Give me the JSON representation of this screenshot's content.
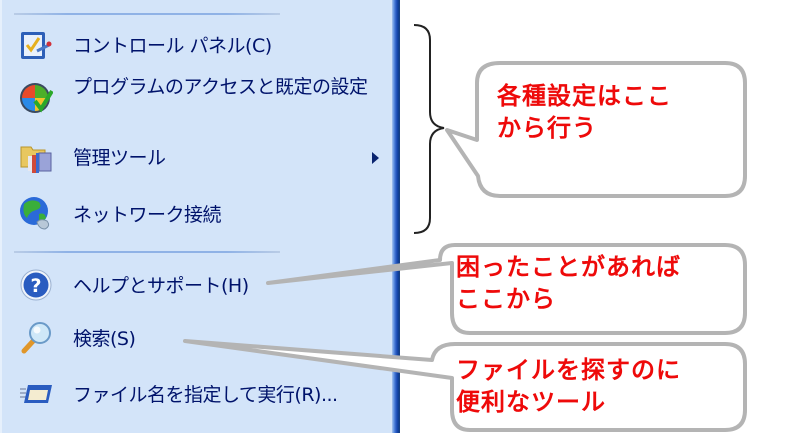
{
  "menu": {
    "items": [
      {
        "id": "control-panel",
        "label": "コントロール パネル(C)",
        "icon": "control-panel-icon"
      },
      {
        "id": "program-access",
        "label": "プログラムのアクセスと既定の設定",
        "icon": "program-access-icon"
      },
      {
        "id": "admin-tools",
        "label": "管理ツール",
        "icon": "admin-tools-icon",
        "has_submenu": true
      },
      {
        "id": "network",
        "label": "ネットワーク接続",
        "icon": "network-connections-icon"
      },
      {
        "id": "help",
        "label": "ヘルプとサポート(H)",
        "icon": "help-icon"
      },
      {
        "id": "search",
        "label": "検索(S)",
        "icon": "search-icon"
      },
      {
        "id": "run",
        "label": "ファイル名を指定して実行(R)...",
        "icon": "run-icon"
      }
    ]
  },
  "callouts": [
    {
      "id": "settings",
      "line1": "各種設定はここ",
      "line2": "から行う"
    },
    {
      "id": "help",
      "line1": "困ったことがあれば",
      "line2": "ここから"
    },
    {
      "id": "search",
      "line1": "ファイルを探すのに",
      "line2": "便利なツール"
    }
  ],
  "colors": {
    "panel_bg": "#d3e4f9",
    "menu_text": "#00136b",
    "callout_text": "#ee0a0a",
    "callout_border": "#b4b4b4"
  }
}
